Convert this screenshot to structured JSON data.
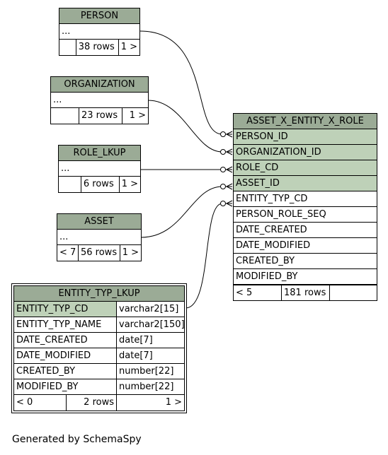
{
  "tables": {
    "person": {
      "name": "PERSON",
      "ellipsis": "...",
      "count": "38 rows",
      "children": "1 >"
    },
    "organization": {
      "name": "ORGANIZATION",
      "ellipsis": "...",
      "count": "23 rows",
      "children": "1 >"
    },
    "role_lkup": {
      "name": "ROLE_LKUP",
      "ellipsis": "...",
      "count": "6 rows",
      "children": "1 >"
    },
    "asset": {
      "name": "ASSET",
      "ellipsis": "...",
      "parents": "< 7",
      "count": "56 rows",
      "children": "1 >"
    },
    "asset_x_entity_x_role": {
      "name": "ASSET_X_ENTITY_X_ROLE",
      "columns": [
        "PERSON_ID",
        "ORGANIZATION_ID",
        "ROLE_CD",
        "ASSET_ID",
        "ENTITY_TYP_CD",
        "PERSON_ROLE_SEQ",
        "DATE_CREATED",
        "DATE_MODIFIED",
        "CREATED_BY",
        "MODIFIED_BY"
      ],
      "parents": "< 5",
      "count": "181 rows"
    },
    "entity_typ_lkup": {
      "name": "ENTITY_TYP_LKUP",
      "columns": [
        {
          "name": "ENTITY_TYP_CD",
          "type": "varchar2[15]"
        },
        {
          "name": "ENTITY_TYP_NAME",
          "type": "varchar2[150]"
        },
        {
          "name": "DATE_CREATED",
          "type": "date[7]"
        },
        {
          "name": "DATE_MODIFIED",
          "type": "date[7]"
        },
        {
          "name": "CREATED_BY",
          "type": "number[22]"
        },
        {
          "name": "MODIFIED_BY",
          "type": "number[22]"
        }
      ],
      "parents": "< 0",
      "count": "2 rows",
      "children": "1 >"
    }
  },
  "footer": "Generated by SchemaSpy",
  "colors": {
    "header": "#9bab96",
    "key_column": "#bed1b8"
  }
}
